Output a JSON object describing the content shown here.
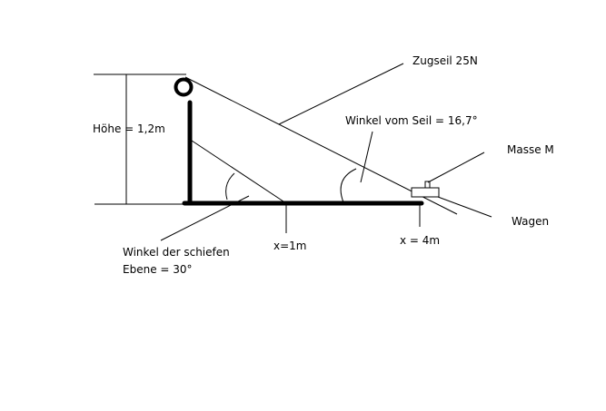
{
  "labels": {
    "hoehe": "Höhe = 1,2m",
    "zugseil": "Zugseil 25N",
    "winkel_seil": "Winkel vom Seil = 16,7°",
    "masse": "Masse M",
    "wagen": "Wagen",
    "x1": "x=1m",
    "x4": "x = 4m",
    "winkel_ebene_line1": "Winkel der schiefen",
    "winkel_ebene_line2": "Ebene = 30°"
  },
  "colors": {
    "stroke": "#000000",
    "background": "#ffffff"
  }
}
